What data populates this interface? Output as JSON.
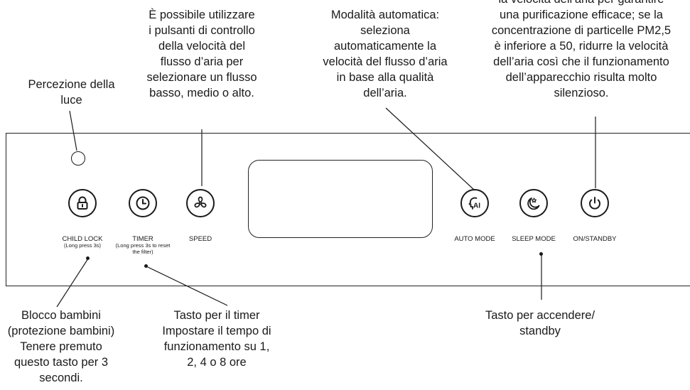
{
  "callouts": {
    "light": [
      "Percezione della",
      "luce"
    ],
    "speed": [
      "È possibile utilizzare",
      "i pulsanti di controllo",
      "della velocità del",
      "flusso d’aria per",
      "selezionare un flusso",
      "basso, medio o alto."
    ],
    "auto": [
      "Modalità automatica:",
      "seleziona",
      "automaticamente la",
      "velocità del flusso d’aria",
      "in base alla qualità",
      "dell’aria."
    ],
    "sleep": [
      "la velocità dell’aria per garantire",
      "una purificazione efficace; se la",
      "concentrazione di particelle PM2,5",
      "è inferiore a 50, ridurre la velocità",
      "dell’aria così che il funzionamento",
      "dell’apparecchio risulta molto",
      "silenzioso."
    ],
    "childlock": [
      "Blocco bambini",
      "(protezione bambini)",
      "Tenere premuto",
      "questo tasto per 3",
      "secondi."
    ],
    "timer": [
      "Tasto per il timer",
      "Impostare il tempo di",
      "funzionamento su 1,",
      "2, 4 o 8 ore"
    ],
    "power": [
      "Tasto per accendere/",
      "standby"
    ]
  },
  "buttons": {
    "childlock": {
      "label": "CHILD LOCK",
      "sub": "(Long press 3s)",
      "icon": "lock-icon"
    },
    "timer": {
      "label": "TIMER",
      "sub": "(Long press 3s to reset the filter)",
      "icon": "clock-icon"
    },
    "speed": {
      "label": "SPEED",
      "sub": "",
      "icon": "fan-icon"
    },
    "auto": {
      "label": "AUTO MODE",
      "sub": "",
      "icon": "ai-head-icon"
    },
    "sleep": {
      "label": "SLEEP MODE",
      "sub": "",
      "icon": "moon-star-icon"
    },
    "power": {
      "label": "ON/STANDBY",
      "sub": "",
      "icon": "power-icon"
    }
  },
  "colors": {
    "ink": "#1a1a1a",
    "background": "#ffffff"
  }
}
